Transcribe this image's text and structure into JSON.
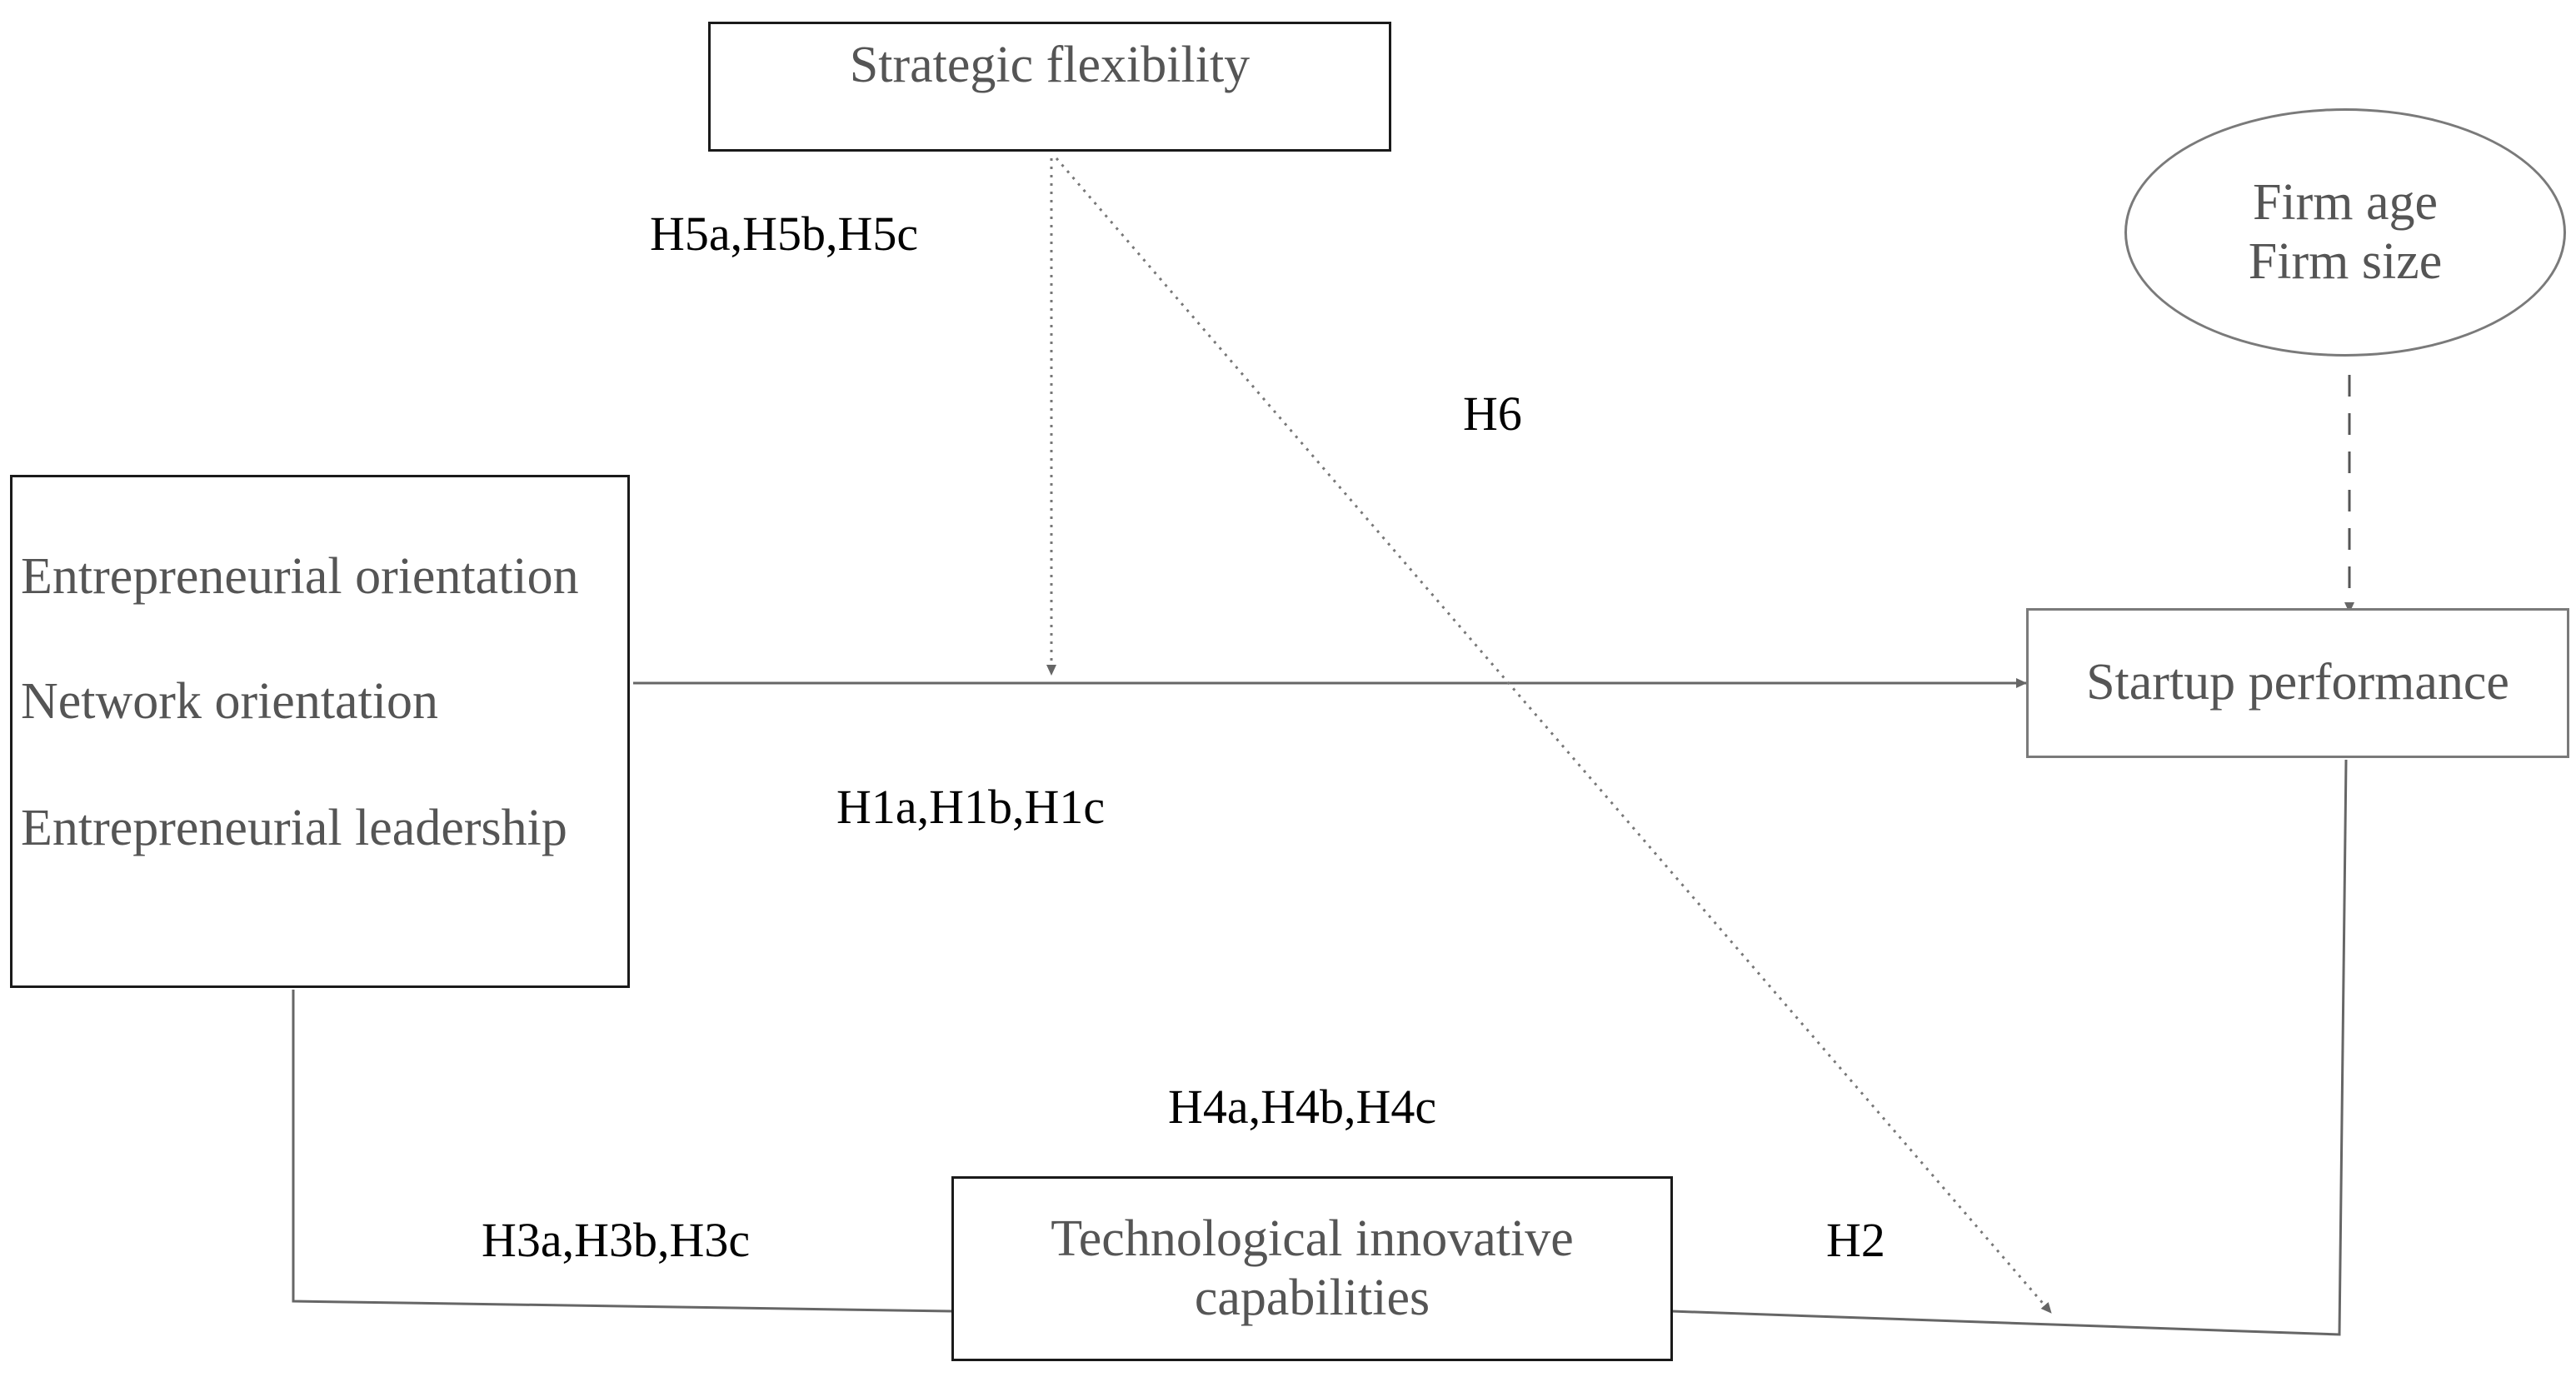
{
  "nodes": {
    "strategic_flexibility": "Strategic flexibility",
    "controls": [
      "Firm age",
      "Firm size"
    ],
    "independent": [
      "Entrepreneurial orientation",
      "Network orientation",
      "Entrepreneurial leadership"
    ],
    "startup_performance": "Startup performance",
    "tech_innovative": [
      "Technological innovative",
      "capabilities"
    ]
  },
  "hypotheses": {
    "h5": "H5a,H5b,H5c",
    "h6": "H6",
    "h1": "H1a,H1b,H1c",
    "h4": "H4a,H4b,H4c",
    "h3": "H3a,H3b,H3c",
    "h2": "H2"
  },
  "colors": {
    "box_border_dark": "#1a1a1a",
    "box_border_light": "#7a7a7a",
    "arrow": "#666666",
    "node_text": "#555555",
    "hypothesis_text": "#000000"
  }
}
